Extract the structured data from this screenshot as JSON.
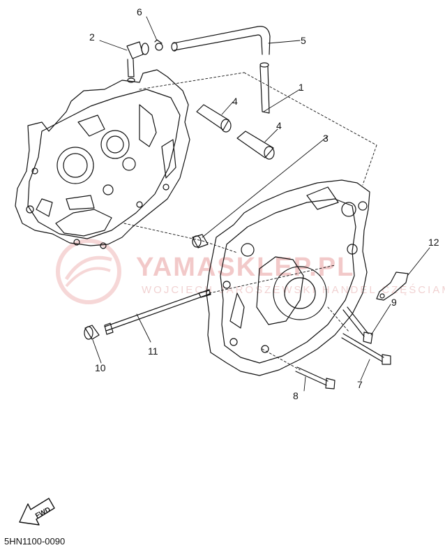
{
  "watermark": {
    "brand": "YAMASKLEP.PL",
    "owner": "WOJCIECH JAROSZEWSKI HANDEL CZĘŚCIAMI YAMAHA"
  },
  "callouts": [
    "1",
    "2",
    "3",
    "4",
    "4",
    "5",
    "6",
    "7",
    "8",
    "9",
    "10",
    "11",
    "12"
  ],
  "direction_label": "FWD",
  "diagram_code": "5HN1100-0090",
  "colors": {
    "line": "#111111",
    "watermark": "#f0b8b8"
  }
}
